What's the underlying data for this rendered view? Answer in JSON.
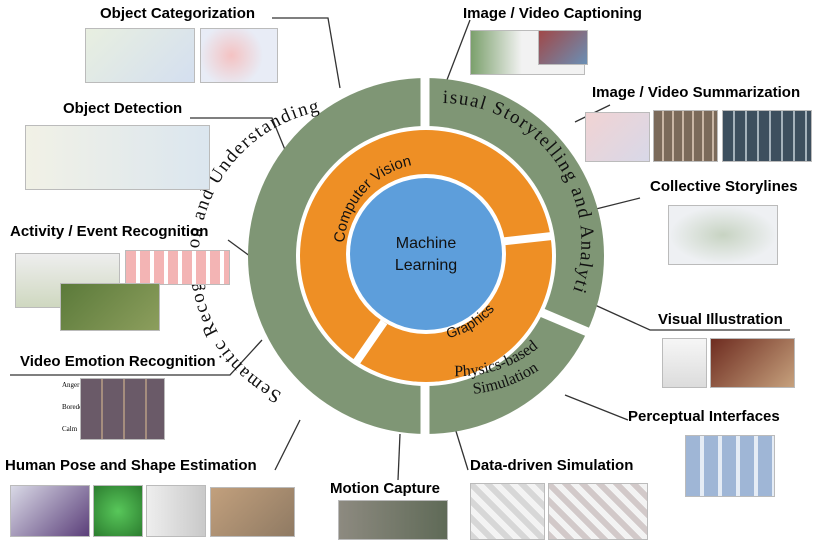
{
  "center": {
    "line1": "Machine",
    "line2": "Learning"
  },
  "inner_ring": {
    "computer_vision": "Computer Vision",
    "graphics": "Graphics"
  },
  "outer_ring": {
    "semantic": "Semantic Recognition and Understanding",
    "visual_storytelling": "Visual Storytelling and Analytics",
    "physics_line1": "Physics-based",
    "physics_line2": "Simulation"
  },
  "topics": {
    "object_categorization": "Object Categorization",
    "object_detection": "Object Detection",
    "activity_event": "Activity / Event Recognition",
    "video_emotion": "Video Emotion Recognition",
    "human_pose": "Human Pose and Shape Estimation",
    "motion_capture": "Motion Capture",
    "data_driven": "Data-driven Simulation",
    "perceptual": "Perceptual Interfaces",
    "visual_illustration": "Visual Illustration",
    "collective_storylines": "Collective Storylines",
    "image_video_summarization": "Image / Video Summarization",
    "image_video_captioning": "Image / Video Captioning"
  },
  "emotion_labels": {
    "anger": "Anger",
    "boredom": "Boredom",
    "calm": "Calm"
  },
  "colors": {
    "outer_ring": "#7f9675",
    "inner_ring": "#ee8f25",
    "center": "#5d9edb",
    "separator": "#ffffff"
  }
}
